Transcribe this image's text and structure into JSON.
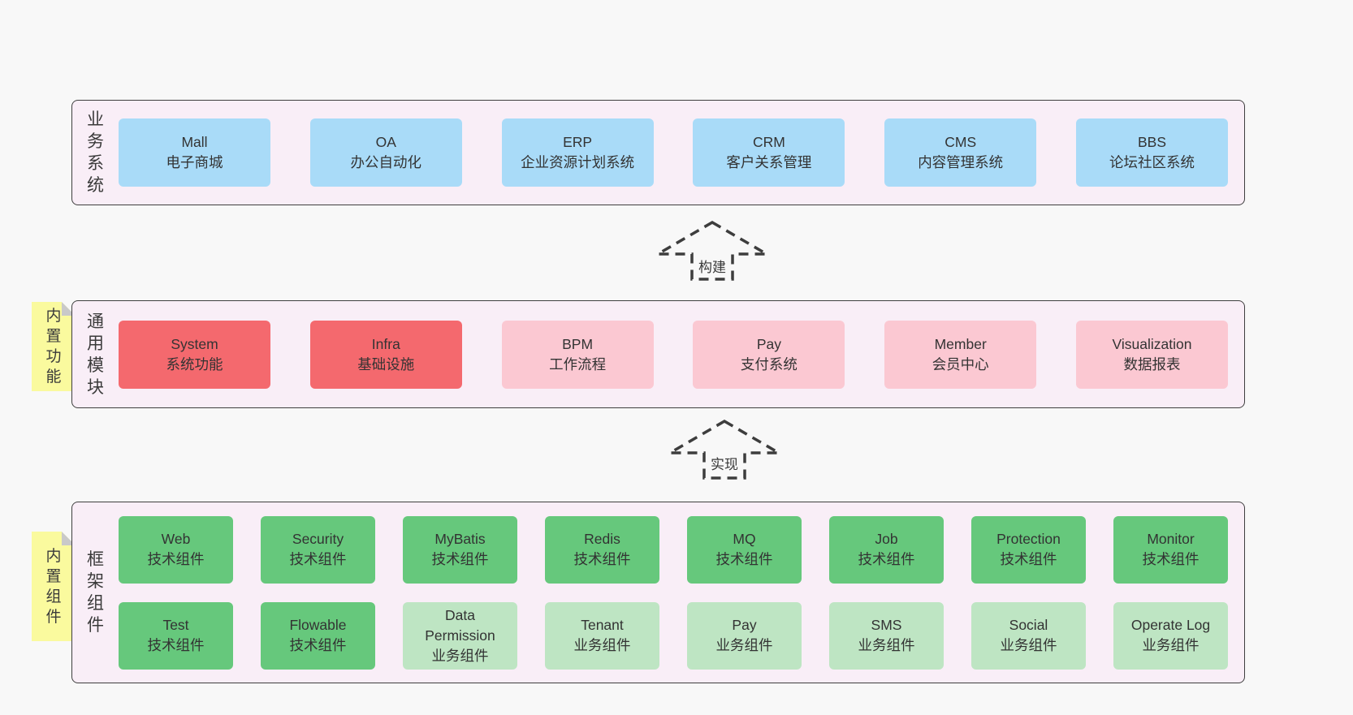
{
  "colors": {
    "page_bg": "#f8f8f8",
    "panel_bg": "#f9eef7",
    "panel_border": "#3f3f3f",
    "business_box": "#a9dbf8",
    "core_module_box": "#f4696e",
    "optional_module_box": "#fbc8d2",
    "tech_component_box": "#66c87c",
    "biz_component_box": "#bee5c3",
    "note_bg": "#fafa9e",
    "note_fold": "#c9c9c9",
    "arrow": "#3d3d3d",
    "text": "#333333"
  },
  "layers": [
    {
      "id": "business",
      "label": "业务系统",
      "boxes": [
        {
          "name": "Mall",
          "subtitle": "电子商城",
          "type": "blue"
        },
        {
          "name": "OA",
          "subtitle": "办公自动化",
          "type": "blue"
        },
        {
          "name": "ERP",
          "subtitle": "企业资源计划系统",
          "type": "blue"
        },
        {
          "name": "CRM",
          "subtitle": "客户关系管理",
          "type": "blue"
        },
        {
          "name": "CMS",
          "subtitle": "内容管理系统",
          "type": "blue"
        },
        {
          "name": "BBS",
          "subtitle": "论坛社区系统",
          "type": "blue"
        }
      ]
    },
    {
      "id": "modules",
      "label": "通用模块",
      "note": "内置功能",
      "boxes": [
        {
          "name": "System",
          "subtitle": "系统功能",
          "type": "red"
        },
        {
          "name": "Infra",
          "subtitle": "基础设施",
          "type": "red"
        },
        {
          "name": "BPM",
          "subtitle": "工作流程",
          "type": "pink"
        },
        {
          "name": "Pay",
          "subtitle": "支付系统",
          "type": "pink"
        },
        {
          "name": "Member",
          "subtitle": "会员中心",
          "type": "pink"
        },
        {
          "name": "Visualization",
          "subtitle": "数据报表",
          "type": "pink"
        }
      ]
    },
    {
      "id": "components",
      "label": "框架组件",
      "note": "内置组件",
      "rows": [
        [
          {
            "name": "Web",
            "subtitle": "技术组件",
            "type": "green"
          },
          {
            "name": "Security",
            "subtitle": "技术组件",
            "type": "green"
          },
          {
            "name": "MyBatis",
            "subtitle": "技术组件",
            "type": "green"
          },
          {
            "name": "Redis",
            "subtitle": "技术组件",
            "type": "green"
          },
          {
            "name": "MQ",
            "subtitle": "技术组件",
            "type": "green"
          },
          {
            "name": "Job",
            "subtitle": "技术组件",
            "type": "green"
          },
          {
            "name": "Protection",
            "subtitle": "技术组件",
            "type": "green"
          },
          {
            "name": "Monitor",
            "subtitle": "技术组件",
            "type": "green"
          }
        ],
        [
          {
            "name": "Test",
            "subtitle": "技术组件",
            "type": "green"
          },
          {
            "name": "Flowable",
            "subtitle": "技术组件",
            "type": "green"
          },
          {
            "name": "Data Permission",
            "subtitle": "业务组件",
            "type": "lightgreen"
          },
          {
            "name": "Tenant",
            "subtitle": "业务组件",
            "type": "lightgreen"
          },
          {
            "name": "Pay",
            "subtitle": "业务组件",
            "type": "lightgreen"
          },
          {
            "name": "SMS",
            "subtitle": "业务组件",
            "type": "lightgreen"
          },
          {
            "name": "Social",
            "subtitle": "业务组件",
            "type": "lightgreen"
          },
          {
            "name": "Operate Log",
            "subtitle": "业务组件",
            "type": "lightgreen"
          }
        ]
      ]
    }
  ],
  "arrows": [
    {
      "label": "构建"
    },
    {
      "label": "实现"
    }
  ]
}
